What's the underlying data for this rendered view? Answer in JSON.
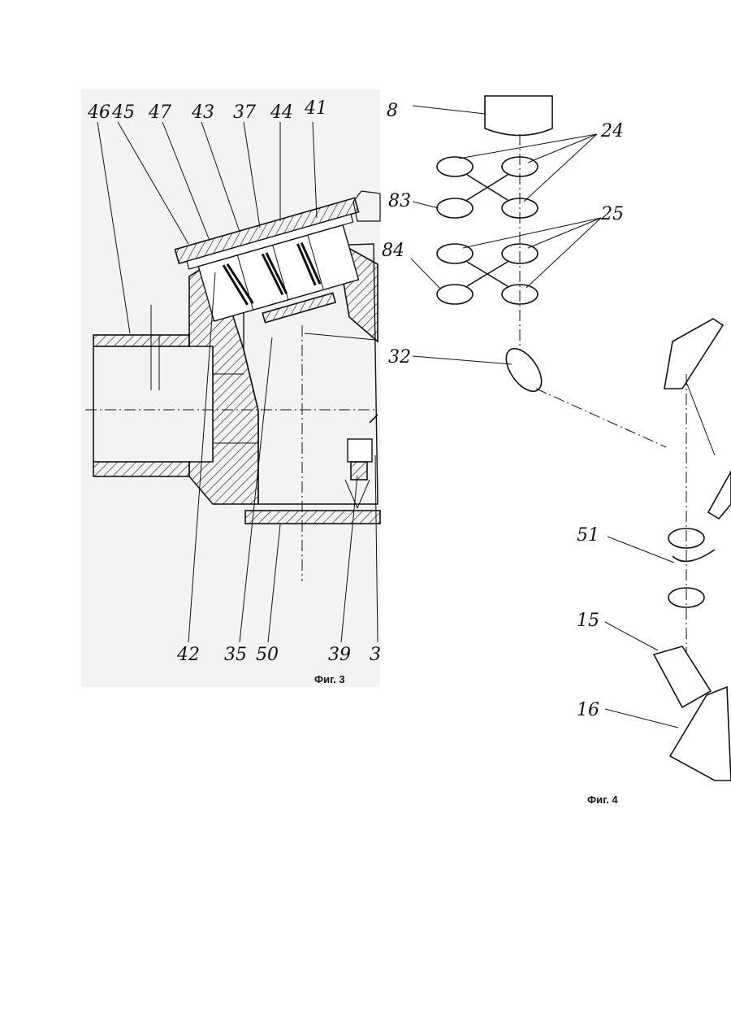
{
  "figure3": {
    "caption": "Фиг. 3",
    "labels": [
      "46",
      "45",
      "47",
      "43",
      "37",
      "44",
      "41",
      "42",
      "35",
      "50",
      "39",
      "3"
    ]
  },
  "figure4": {
    "caption": "Фиг. 4",
    "labels": [
      "8",
      "24",
      "83",
      "25",
      "84",
      "32",
      "51",
      "15",
      "16"
    ]
  }
}
